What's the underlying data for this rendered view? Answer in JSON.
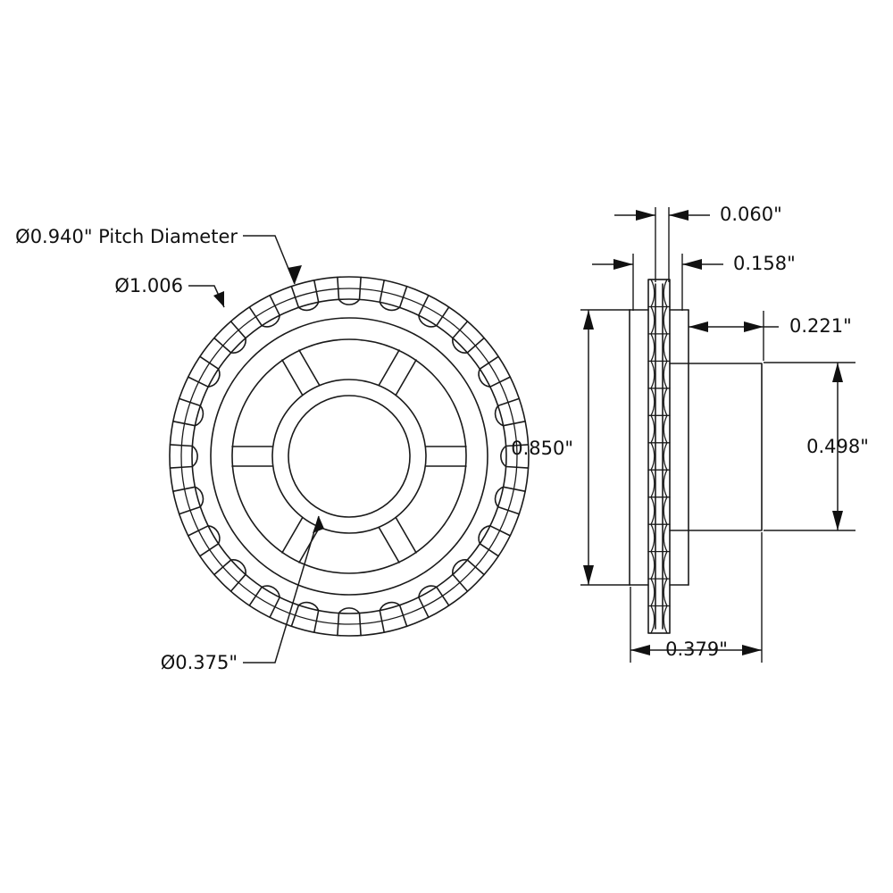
{
  "drawing": {
    "title": "Sprocket / Timing Pulley Technical Drawing",
    "background_color": "#ffffff",
    "line_color": "#1a1a1a",
    "views": {
      "front": {
        "name": "front-view",
        "tooth_count": 24,
        "spoke_count": 6
      },
      "side": {
        "name": "side-section-view"
      }
    }
  },
  "annotations": {
    "pitch_diameter": {
      "label": "Ø0.940\" Pitch Diameter",
      "target": "pitch-circle"
    },
    "outside_diameter": {
      "label": "Ø1.006",
      "target": "outside-diameter-circle"
    },
    "bore_diameter": {
      "label": "Ø0.375\"",
      "target": "center-bore"
    }
  },
  "dimensions": {
    "web_thickness": {
      "label": "0.060\"",
      "orientation": "horizontal"
    },
    "flange_thickness": {
      "label": "0.158\"",
      "orientation": "horizontal"
    },
    "hub_projection": {
      "label": "0.221\"",
      "orientation": "horizontal"
    },
    "overall_diameter": {
      "label": "0.850\"",
      "orientation": "vertical"
    },
    "hub_diameter": {
      "label": "0.498\"",
      "orientation": "vertical"
    },
    "overall_width": {
      "label": "0.379\"",
      "orientation": "horizontal"
    }
  }
}
